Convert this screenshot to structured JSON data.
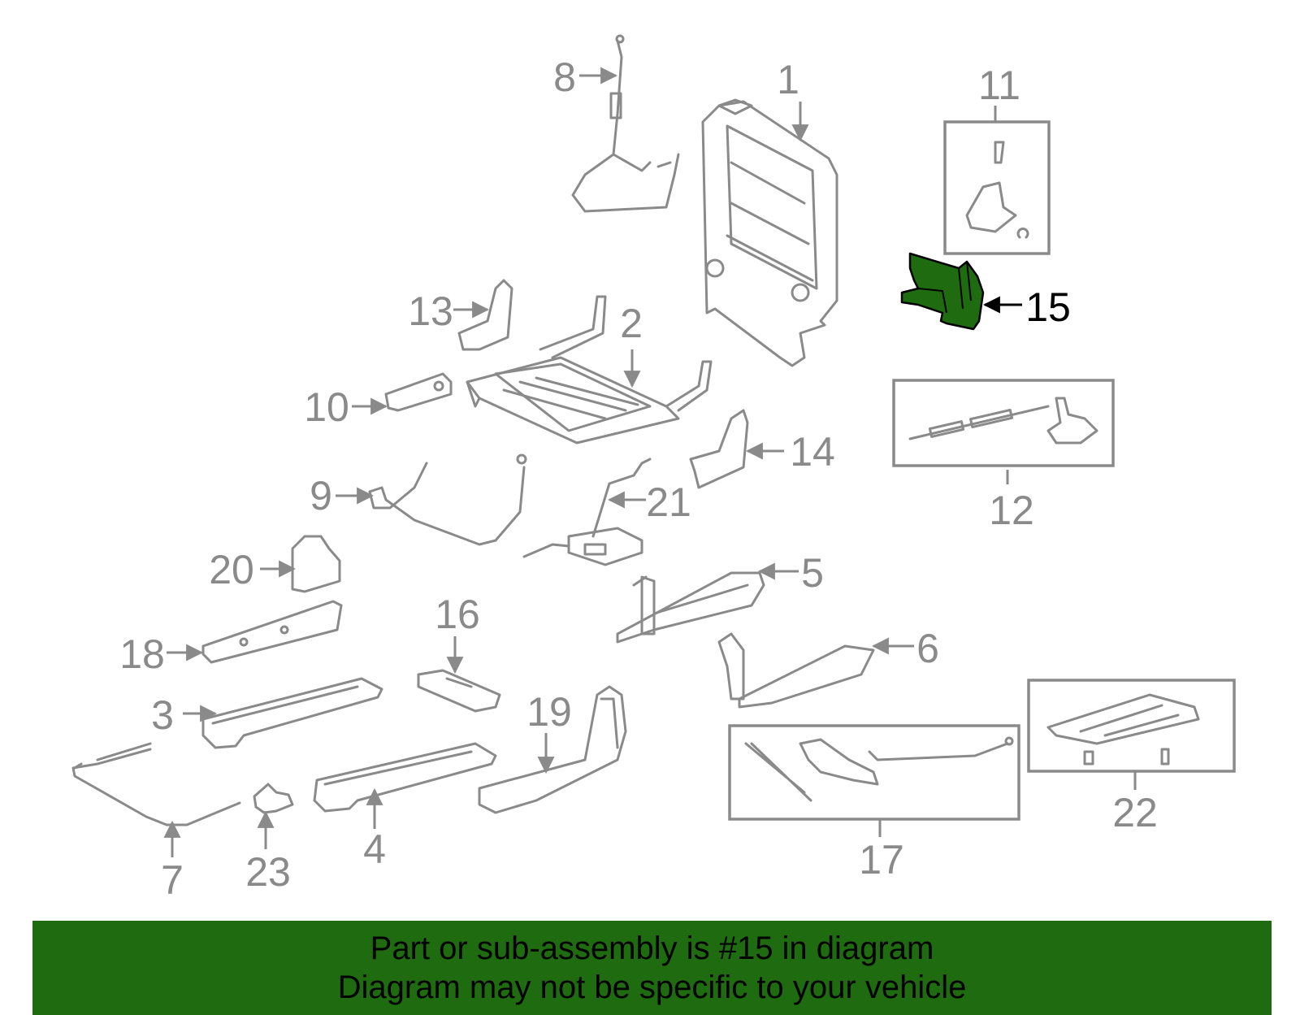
{
  "diagram": {
    "callouts": [
      "1",
      "2",
      "3",
      "4",
      "5",
      "6",
      "7",
      "8",
      "9",
      "10",
      "11",
      "12",
      "13",
      "14",
      "15",
      "16",
      "17",
      "18",
      "19",
      "20",
      "21",
      "22",
      "23"
    ],
    "highlighted_callout": "15",
    "colors": {
      "highlight": "#1e6b10",
      "lines": "#8a8a8a",
      "banner": "#1e6b10"
    }
  },
  "banner": {
    "line1": "Part or sub-assembly is #15 in diagram",
    "line2": "Diagram may not be specific to your vehicle"
  }
}
